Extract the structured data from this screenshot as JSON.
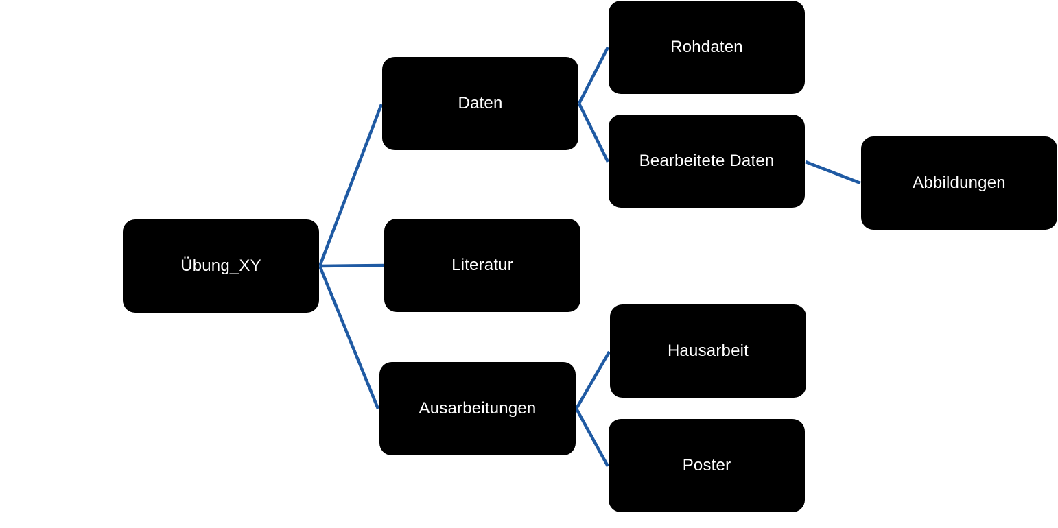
{
  "diagram": {
    "nodes": {
      "root": "Übung_XY",
      "daten": "Daten",
      "literatur": "Literatur",
      "ausarbeitungen": "Ausarbeitungen",
      "rohdaten": "Rohdaten",
      "bearbeitete_daten": "Bearbeitete Daten",
      "abbildungen": "Abbildungen",
      "hausarbeit": "Hausarbeit",
      "poster": "Poster"
    },
    "edges": [
      [
        "root",
        "daten"
      ],
      [
        "root",
        "literatur"
      ],
      [
        "root",
        "ausarbeitungen"
      ],
      [
        "daten",
        "rohdaten"
      ],
      [
        "daten",
        "bearbeitete_daten"
      ],
      [
        "bearbeitete_daten",
        "abbildungen"
      ],
      [
        "ausarbeitungen",
        "hausarbeit"
      ],
      [
        "ausarbeitungen",
        "poster"
      ]
    ],
    "colors": {
      "node_fill": "#000000",
      "node_text": "#ffffff",
      "connector": "#1f5aa3",
      "background": "#ffffff"
    }
  }
}
